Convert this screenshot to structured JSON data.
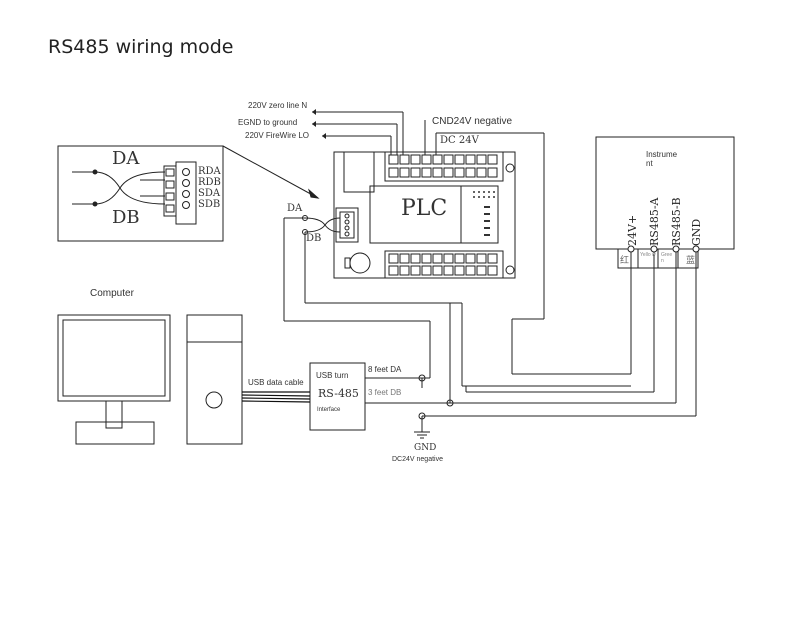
{
  "title": "RS485 wiring mode",
  "plc": {
    "label": "PLC",
    "power_label": "DC  24V",
    "da_label": "DA",
    "db_label": "DB"
  },
  "callouts": {
    "zero_line": "220V zero line N",
    "egnd": "EGND to ground",
    "firewire": "220V FireWire LO",
    "cnd24v": "CND24V negative"
  },
  "inset": {
    "da": "DA",
    "db": "DB",
    "rda": "RDA",
    "rdb": "RDB",
    "sda": "SDA",
    "sdb": "SDB"
  },
  "instrument": {
    "label_line1": "Instrume",
    "label_line2": "nt",
    "terminals": [
      "24V+",
      "RS485-A",
      "RS485-B",
      "GND"
    ],
    "wire_colors": [
      "红",
      "Yello w",
      "Gree n",
      "蓝"
    ]
  },
  "computer": {
    "label": "Computer",
    "usb_cable": "USB data cable"
  },
  "converter": {
    "line1": "USB turn",
    "line2": "RS-485",
    "line3": "Interface",
    "out_da": "8 feet DA",
    "out_db": "3 feet DB"
  },
  "ground": {
    "gnd": "GND",
    "dc24v": "DC24V negative"
  }
}
